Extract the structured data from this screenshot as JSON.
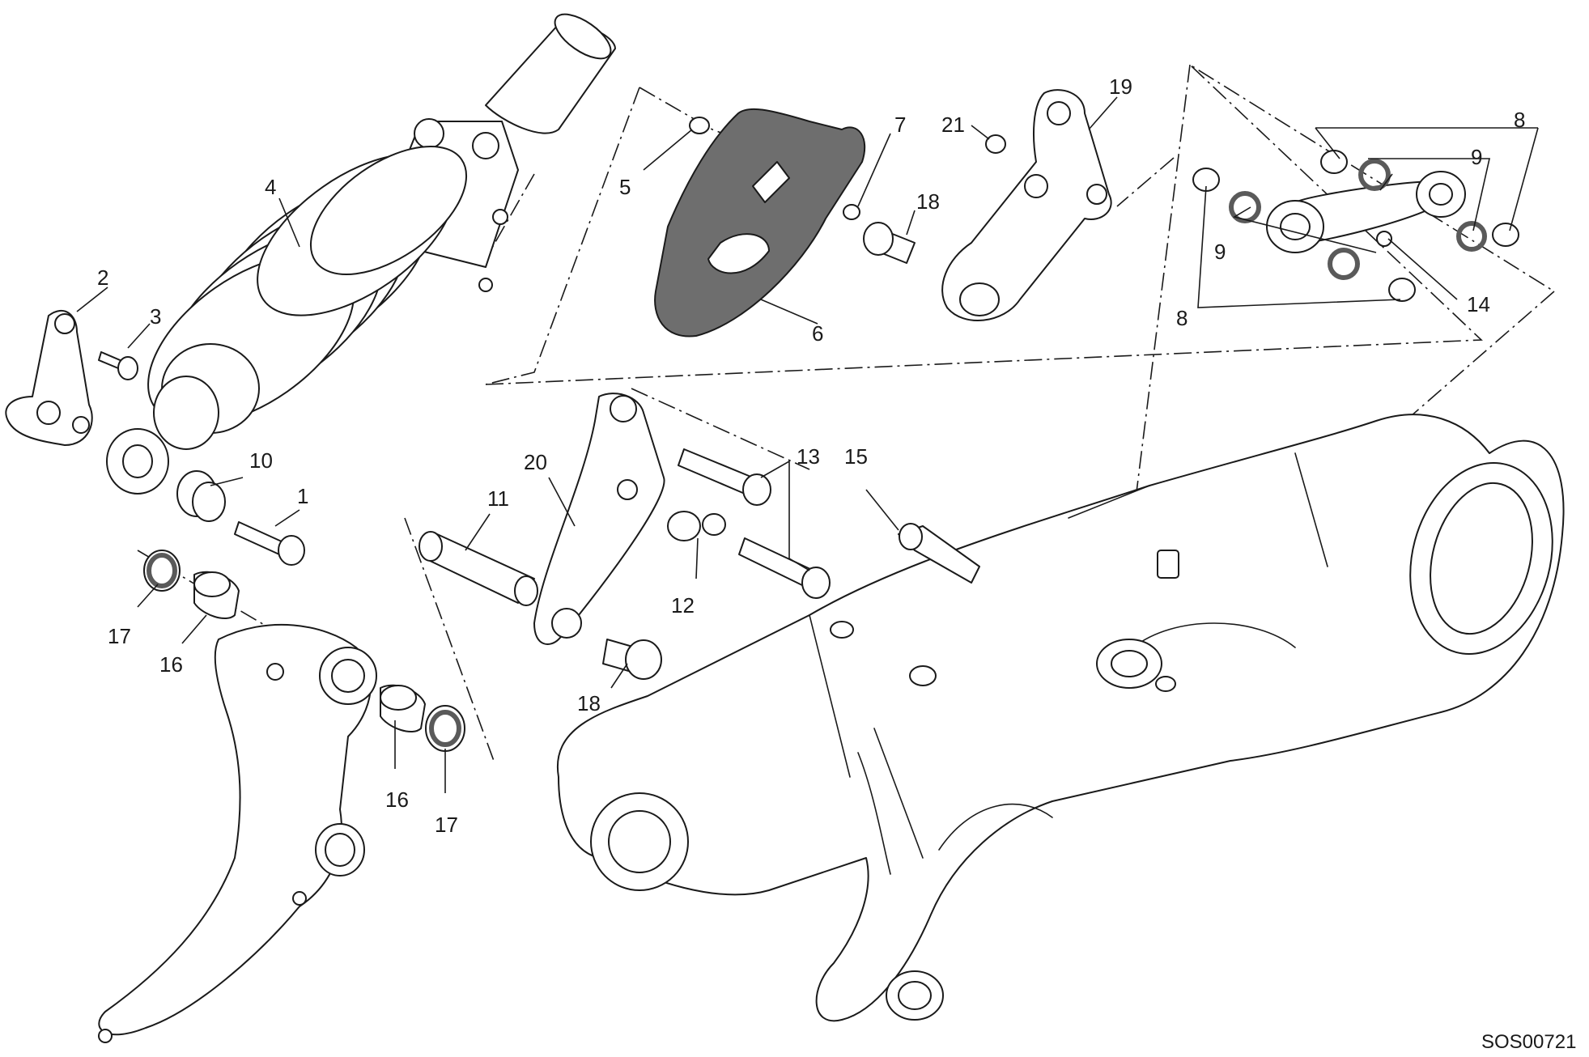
{
  "diagram_code": "SOS00721",
  "callouts": [
    {
      "id": "c1",
      "label": "1"
    },
    {
      "id": "c2",
      "label": "2"
    },
    {
      "id": "c3",
      "label": "3"
    },
    {
      "id": "c4",
      "label": "4"
    },
    {
      "id": "c5",
      "label": "5"
    },
    {
      "id": "c6",
      "label": "6"
    },
    {
      "id": "c7",
      "label": "7"
    },
    {
      "id": "c8a",
      "label": "8"
    },
    {
      "id": "c8b",
      "label": "8"
    },
    {
      "id": "c9a",
      "label": "9"
    },
    {
      "id": "c9b",
      "label": "9"
    },
    {
      "id": "c10",
      "label": "10"
    },
    {
      "id": "c11",
      "label": "11"
    },
    {
      "id": "c12",
      "label": "12"
    },
    {
      "id": "c13",
      "label": "13"
    },
    {
      "id": "c14",
      "label": "14"
    },
    {
      "id": "c15",
      "label": "15"
    },
    {
      "id": "c16a",
      "label": "16"
    },
    {
      "id": "c16b",
      "label": "16"
    },
    {
      "id": "c17a",
      "label": "17"
    },
    {
      "id": "c17b",
      "label": "17"
    },
    {
      "id": "c18a",
      "label": "18"
    },
    {
      "id": "c18b",
      "label": "18"
    },
    {
      "id": "c19",
      "label": "19"
    },
    {
      "id": "c20",
      "label": "20"
    },
    {
      "id": "c21",
      "label": "21"
    }
  ],
  "colors": {
    "line": "#1a1a1a",
    "guard_fill": "#6e6e6e",
    "background": "#ffffff"
  }
}
